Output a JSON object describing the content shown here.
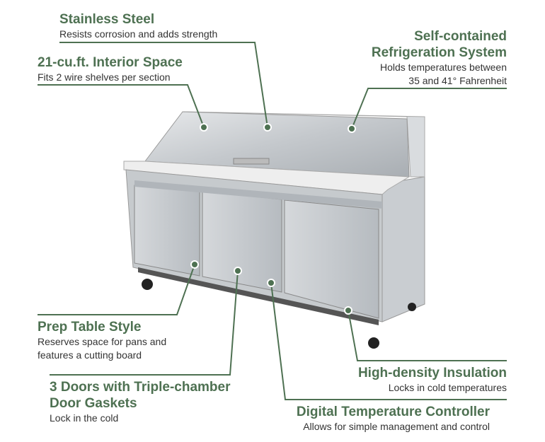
{
  "accent_color": "#4e7152",
  "callouts": [
    {
      "title": "Stainless Steel",
      "desc": "Resists corrosion and adds strength"
    },
    {
      "title": "21-cu.ft. Interior Space",
      "desc": "Fits 2 wire shelves per section"
    },
    {
      "title_line1": "Self-contained",
      "title_line2": "Refrigeration System",
      "desc_line1": "Holds temperatures between",
      "desc_line2": "35 and 41° Fahrenheit"
    },
    {
      "title": "Prep Table Style",
      "desc_line1": "Reserves space for pans and",
      "desc_line2": "features a cutting board"
    },
    {
      "title_line1": "3 Doors with Triple-chamber",
      "title_line2": "Door Gaskets",
      "desc": "Lock in the cold"
    },
    {
      "title": "High-density Insulation",
      "desc": "Locks in cold temperatures"
    },
    {
      "title": "Digital Temperature Controller",
      "desc": "Allows for simple management and control"
    }
  ]
}
